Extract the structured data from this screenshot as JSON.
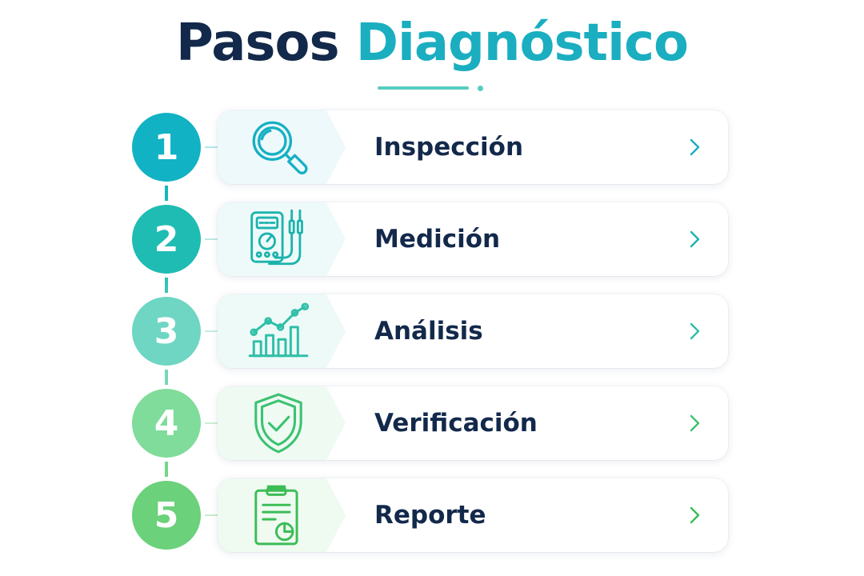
{
  "header": {
    "title_part1": "Pasos",
    "title_part2": "Diagnóstico",
    "title_color": "#13294b",
    "accent_color": "#1aaec0"
  },
  "steps": [
    {
      "number": "1",
      "label": "Inspección",
      "icon": "magnifier-icon",
      "color": "#11b2c4",
      "panel_color": "#eef9fb"
    },
    {
      "number": "2",
      "label": "Medición",
      "icon": "multimeter-icon",
      "color": "#1fbcb3",
      "panel_color": "#eefaf9"
    },
    {
      "number": "3",
      "label": "Análisis",
      "icon": "bar-chart-icon",
      "color": "#6ed6c2",
      "panel_color": "#eefaf8"
    },
    {
      "number": "4",
      "label": "Verificación",
      "icon": "shield-check-icon",
      "color": "#7fdc9a",
      "panel_color": "#effaf3"
    },
    {
      "number": "5",
      "label": "Reporte",
      "icon": "clipboard-report-icon",
      "color": "#6bd17a",
      "panel_color": "#effaf1"
    }
  ]
}
